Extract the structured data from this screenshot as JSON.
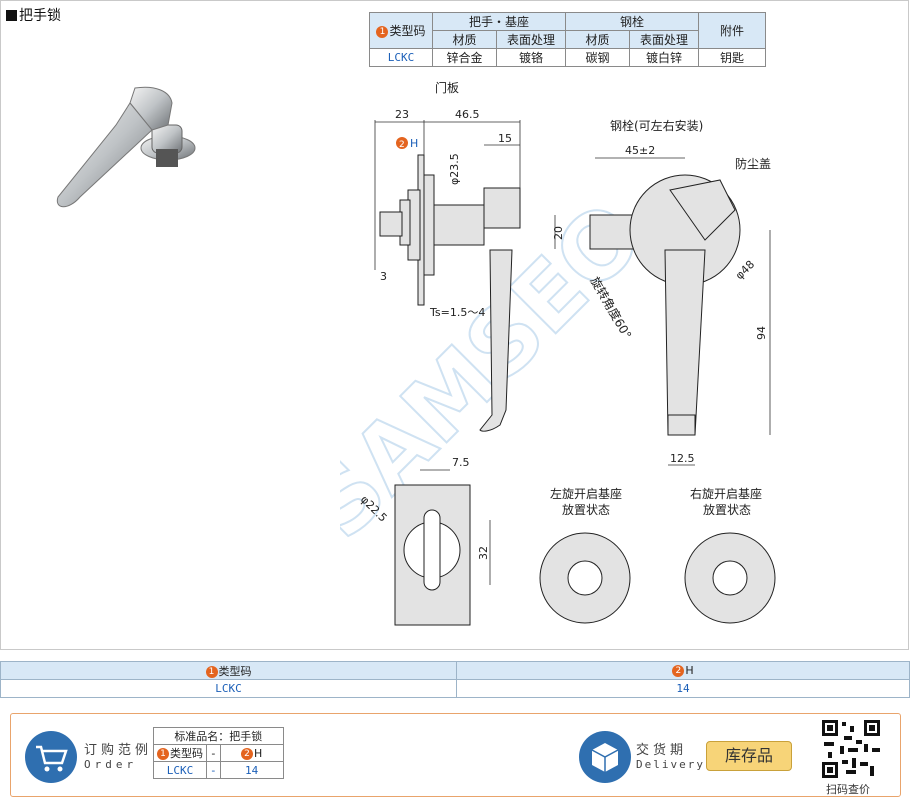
{
  "page": {
    "title": "把手锁"
  },
  "spec_table": {
    "type_code_header": "类型码",
    "type_code_num": "1",
    "group1": "把手・基座",
    "group2": "钢栓",
    "group3": "附件",
    "sub": [
      "材质",
      "表面处理",
      "材质",
      "表面处理"
    ],
    "row": {
      "code": "LCKC",
      "c1": "锌合金",
      "c2": "镀铬",
      "c3": "碳钢",
      "c4": "镀白锌",
      "c5": "钥匙"
    }
  },
  "drawing": {
    "door_panel": "门板",
    "bolt": "钢栓(可左右安装)",
    "dust_cover": "防尘盖",
    "rotation": "旋转角度60°",
    "h_num": "2",
    "h_label": "H",
    "dims": {
      "d23": "23",
      "d46_5": "46.5",
      "d15": "15",
      "d45": "45±2",
      "d23_5": "φ23.5",
      "d20": "20",
      "d3": "3",
      "ts": "Ts=1.5～4",
      "d48": "φ48",
      "d94": "94",
      "d12_5": "12.5",
      "d7_5": "7.5",
      "d22_5": "φ22.5",
      "d32": "32"
    },
    "left_base_line1": "左旋开启基座",
    "left_base_line2": "放置状态",
    "right_base_line1": "右旋开启基座",
    "right_base_line2": "放置状态",
    "watermark": "SAMSEO"
  },
  "bottom_table": {
    "num1": "1",
    "h1": "类型码",
    "num2": "2",
    "h2": "H",
    "v1": "LCKC",
    "v2": "14"
  },
  "order": {
    "label_cn": "订购范例",
    "label_en": "Order",
    "std_name": "标准品名：把手锁",
    "num1": "1",
    "col1": "类型码",
    "dash": "-",
    "num2": "2",
    "col2": "H",
    "v1": "LCKC",
    "v2": "14",
    "delivery_cn": "交货期",
    "delivery_en": "Delivery",
    "stock": "库存品",
    "qr_caption": "扫码查价"
  },
  "colors": {
    "accent": "#e4641f",
    "header_bg": "#d8e8f6",
    "code_blue": "#1b5fb8",
    "stock_btn": "#f7d478"
  }
}
